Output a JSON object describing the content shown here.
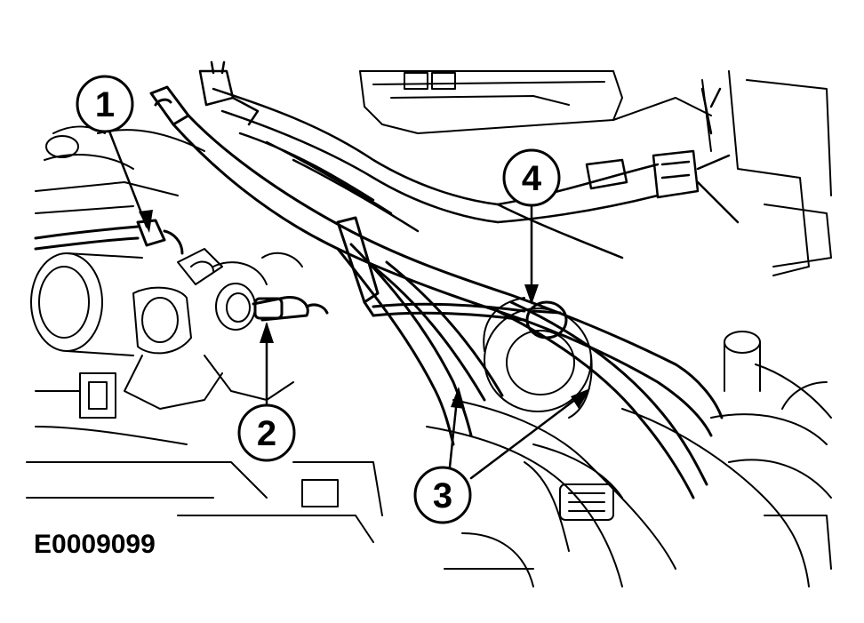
{
  "callouts": [
    {
      "id": "1",
      "label": "1"
    },
    {
      "id": "2",
      "label": "2"
    },
    {
      "id": "3",
      "label": "3"
    },
    {
      "id": "4",
      "label": "4"
    }
  ],
  "figure_id": "E0009099",
  "colors": {
    "ink": "#000000",
    "paper": "#ffffff"
  }
}
